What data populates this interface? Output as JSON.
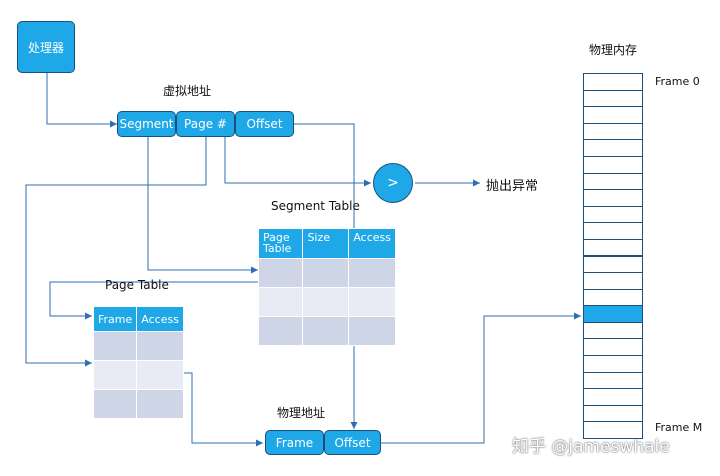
{
  "processor": "处理器",
  "virtual_address": {
    "title": "虚拟地址",
    "fields": [
      "Segment",
      "Page #",
      "Offset"
    ]
  },
  "comparator": ">",
  "exception": "抛出异常",
  "segment_table": {
    "title": "Segment Table",
    "headers": [
      "Page\nTable",
      "Size",
      "Access"
    ]
  },
  "page_table": {
    "title": "Page Table",
    "headers": [
      "Frame",
      "Access"
    ]
  },
  "physical_address": {
    "title": "物理地址",
    "fields": [
      "Frame",
      "Offset"
    ]
  },
  "physical_memory": {
    "title": "物理内存",
    "frame_first": "Frame 0",
    "frame_last": "Frame M"
  },
  "watermark": "知乎 @jameswhale"
}
